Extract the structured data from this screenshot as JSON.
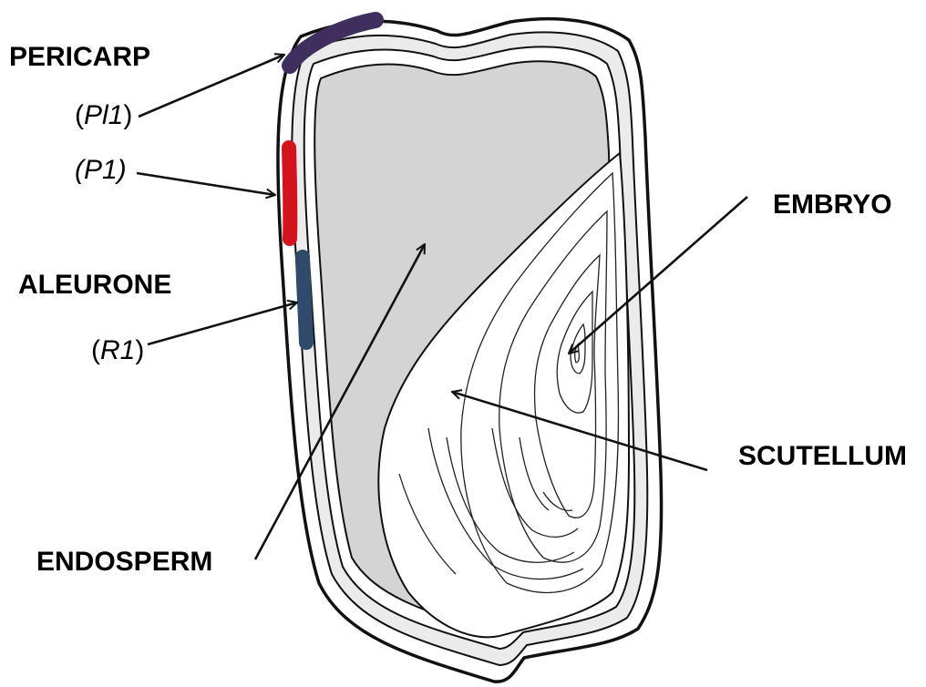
{
  "labels": {
    "pericarp": "PERICARP",
    "pl1_open": "(",
    "pl1": "Pl1",
    "pl1_close": ")",
    "p1": "(P1)",
    "aleurone": "ALEURONE",
    "r1_open": "(",
    "r1": "R1",
    "r1_close": ")",
    "embryo": "EMBRYO",
    "scutellum": "SCUTELLUM",
    "endosperm": "ENDOSPERM"
  },
  "colors": {
    "pericarp_marker": "#3f2f5e",
    "p1_marker": "#d4141c",
    "aleurone_marker": "#2f4a6b",
    "endosperm_fill": "#d4d4d4",
    "outline": "#111111",
    "background": "#ffffff"
  }
}
